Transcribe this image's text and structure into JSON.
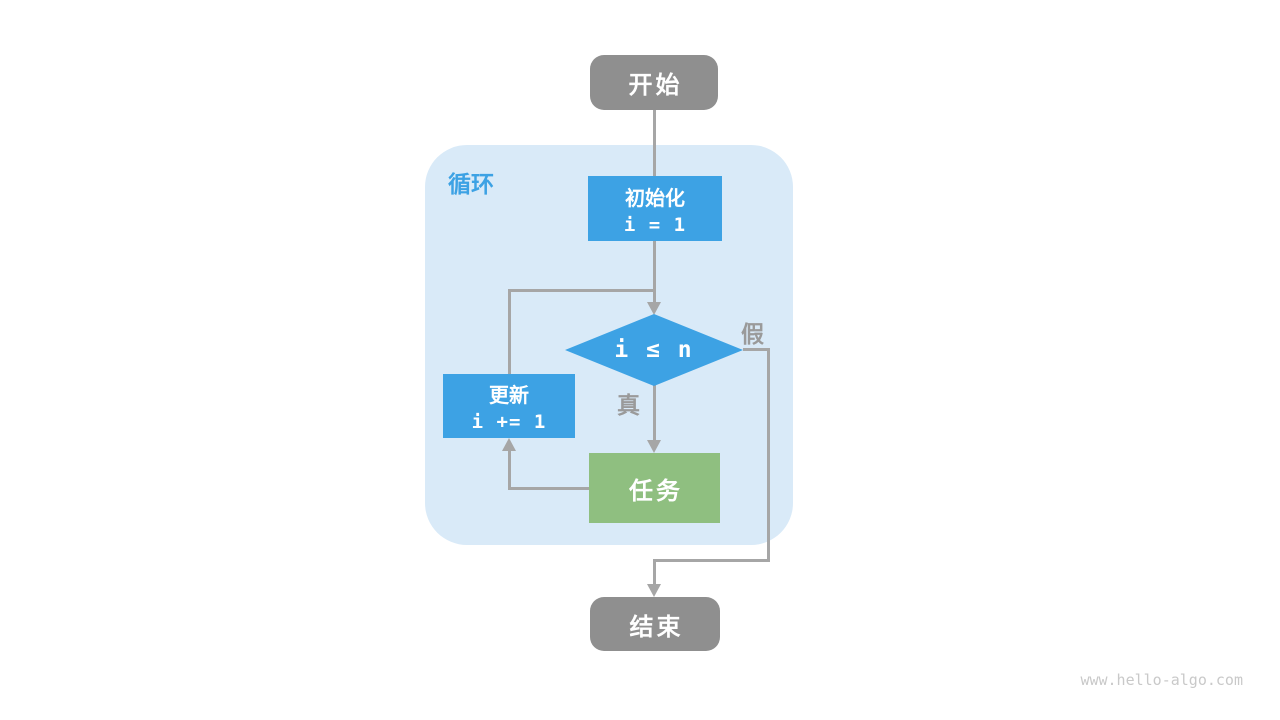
{
  "flowchart": {
    "region_label": "循环",
    "nodes": {
      "start": "开始",
      "init_title": "初始化",
      "init_code": "i = 1",
      "condition": "i ≤ n",
      "update_title": "更新",
      "update_code": "i += 1",
      "task": "任务",
      "end": "结束"
    },
    "branch_labels": {
      "true": "真",
      "false": "假"
    }
  },
  "watermark": "www.hello-algo.com",
  "colors": {
    "node_blue": "#3DA2E4",
    "node_green": "#8FBF80",
    "node_gray": "#8F8F8F",
    "region_background": "#D9EAF8",
    "edge_gray": "#A6A6A6",
    "branch_label_gray": "#9A9A9A",
    "watermark_gray": "#C9C9C9"
  }
}
